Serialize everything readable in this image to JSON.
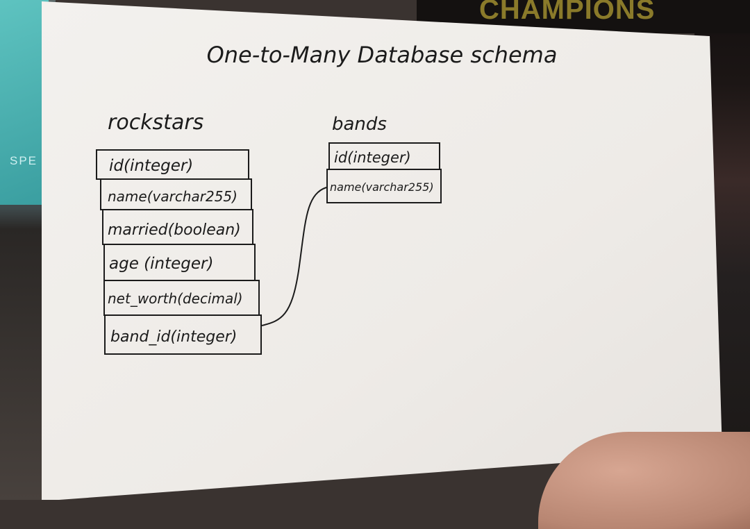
{
  "title": "One-to-Many Database schema",
  "tables": [
    {
      "name": "rockstars",
      "fields": [
        "id(integer)",
        "name(varchar255)",
        "married(boolean)",
        "age (integer)",
        "net_worth(decimal)",
        "band_id(integer)"
      ]
    },
    {
      "name": "bands",
      "fields": [
        "id(integer)",
        "name(varchar255)"
      ]
    }
  ],
  "background": {
    "poster_text": "SPE",
    "banner_text": "CHAMPIONS"
  },
  "colors": {
    "paper": "#f1eeea",
    "ink": "#1b1b1b"
  }
}
